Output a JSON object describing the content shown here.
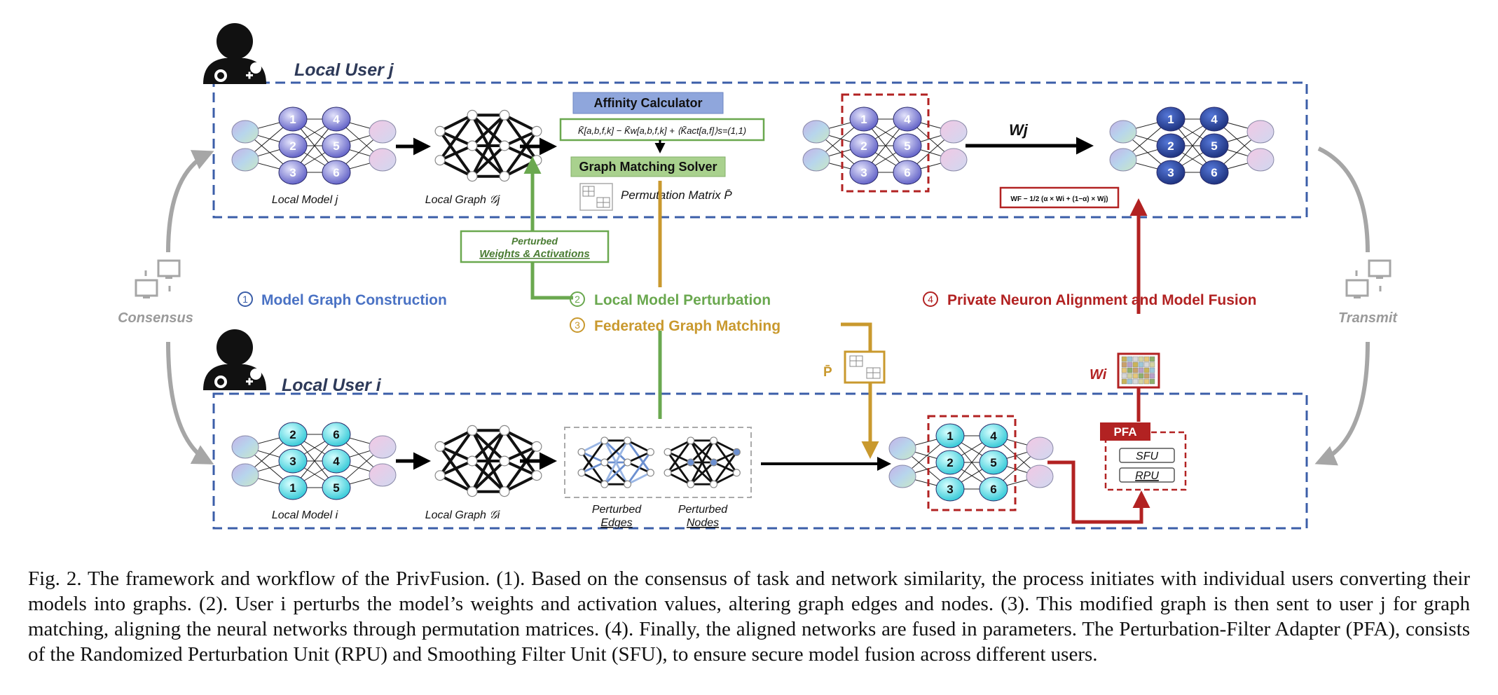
{
  "users": {
    "j": {
      "label": "Local User j"
    },
    "i": {
      "label": "Local User i"
    }
  },
  "top": {
    "model_label": "Local Model j",
    "graph_label": "Local Graph 𝒢j",
    "model_neurons": [
      "1",
      "2",
      "3",
      "4",
      "5",
      "6"
    ],
    "affinity_title": "Affinity Calculator",
    "affinity_formula": "K̃[a,b,f,k] − K̃w[a,b,f,k] + ⟨K̃act[a,f]⟩s=(1,1)",
    "solver_title": "Graph Matching Solver",
    "perm_label": "Permutation Matrix P̄",
    "aligned_neurons": [
      "1",
      "2",
      "3",
      "4",
      "5",
      "6"
    ],
    "wj_label": "Wj",
    "fused_neurons": [
      "1",
      "2",
      "3",
      "4",
      "5",
      "6"
    ],
    "fusion_formula": "WF − 1/2 (α × Wi + (1−α) × Wj)"
  },
  "middle": {
    "perturbed_box_line1": "Perturbed",
    "perturbed_box_line2": "Weights & Activations",
    "step1_num": "1",
    "step1": "Model Graph Construction",
    "step2_num": "2",
    "step2": "Local Model Perturbation",
    "step3_num": "3",
    "step3": "Federated Graph Matching",
    "step4_num": "4",
    "step4": "Private Neuron Alignment and Model Fusion",
    "consensus": "Consensus",
    "transmit": "Transmit",
    "p_bar": "P̄",
    "wi_label": "Wi"
  },
  "bottom": {
    "model_label": "Local Model i",
    "graph_label": "Local Graph 𝒢i",
    "model_neurons": [
      "2",
      "3",
      "1",
      "6",
      "4",
      "5"
    ],
    "perturbed_edges_1": "Perturbed",
    "perturbed_edges_2": "Edges",
    "perturbed_nodes_1": "Perturbed",
    "perturbed_nodes_2": "Nodes",
    "aligned_neurons": [
      "1",
      "2",
      "3",
      "4",
      "5",
      "6"
    ],
    "pfa": "PFA",
    "sfu": "SFU",
    "rpu": "RPU"
  },
  "colors": {
    "dash_blue": "#3b5ea8",
    "green": "#6aa84f",
    "gold": "#c9992e",
    "red": "#b22222",
    "gray": "#a6a6a6"
  },
  "caption": "Fig. 2.  The framework and workflow of the PrivFusion. (1). Based on the consensus of task and network similarity, the process initiates with individual users converting their models into graphs. (2). User i perturbs the model’s weights and activation values, altering graph edges and nodes. (3). This modified graph is then sent to user j for graph matching, aligning the neural networks through permutation matrices. (4). Finally, the aligned networks are fused in parameters. The Perturbation-Filter Adapter (PFA), consists of the Randomized Perturbation Unit (RPU) and Smoothing Filter Unit (SFU), to ensure secure model fusion across different users."
}
